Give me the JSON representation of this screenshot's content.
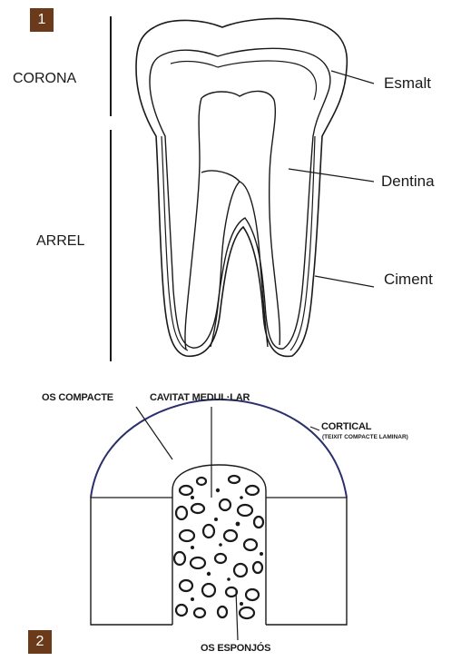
{
  "figure1": {
    "number": "1",
    "region_labels": {
      "crown": "CORONA",
      "root": "ARREL"
    },
    "part_labels": {
      "enamel": "Esmalt",
      "dentin": "Dentina",
      "cementum": "Ciment"
    }
  },
  "figure2": {
    "number": "2",
    "labels": {
      "compact_bone": "OS COMPACTE",
      "medullary_cavity": "CAVITAT MEDUL·LAR",
      "cortical": "CORTICAL",
      "cortical_sub": "(TEIXIT COMPACTE LAMINAR)",
      "spongy_bone": "OS ESPONJÓS"
    }
  },
  "colors": {
    "badge": "#6b3a1a",
    "cortical_arc": "#2a2f6b",
    "line": "#1a1a1a"
  }
}
